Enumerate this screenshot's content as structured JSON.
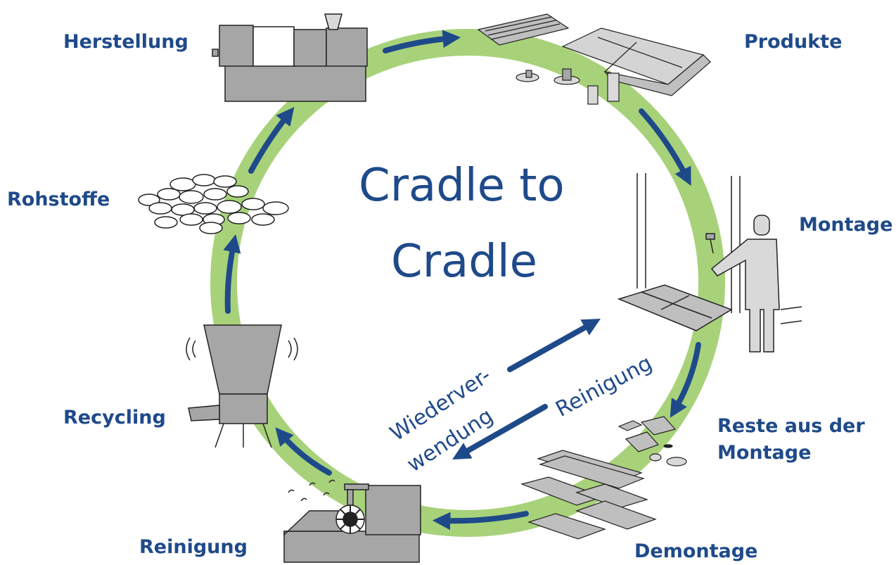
{
  "title": {
    "line1": "Cradle to",
    "line2": "Cradle"
  },
  "stages": {
    "herstellung": "Herstellung",
    "produkte": "Produkte",
    "montage": "Montage",
    "reste_line1": "Reste aus der",
    "reste_line2": "Montage",
    "demontage": "Demontage",
    "reinigung": "Reinigung",
    "recycling": "Recycling",
    "rohstoffe": "Rohstoffe"
  },
  "inner": {
    "reinigung": "Reinigung",
    "wiederver_line1": "Wiederver-",
    "wiederver_line2": "wendung"
  },
  "colors": {
    "ring": "#a8d27a",
    "arrow": "#1f4a8a",
    "text": "#1f4a8a",
    "machine": "#a6a6a6"
  },
  "icons": [
    "injection-molding-machine-icon",
    "product-panels-icon",
    "worker-door-icon",
    "offcuts-icon",
    "stacked-panels-icon",
    "washing-machine-icon",
    "shredder-icon",
    "pellets-icon"
  ]
}
